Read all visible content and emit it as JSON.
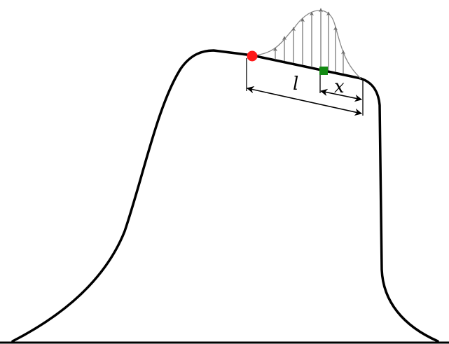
{
  "labels": {
    "length": "l",
    "position": "x"
  },
  "colors": {
    "outline": "#000000",
    "flow": "#8a8a8a",
    "start_marker": "#ff1a1a",
    "point_marker": "#138a13",
    "background": "#ffffff"
  },
  "icons": {
    "start_marker": "red-circle",
    "point_marker": "green-square"
  }
}
